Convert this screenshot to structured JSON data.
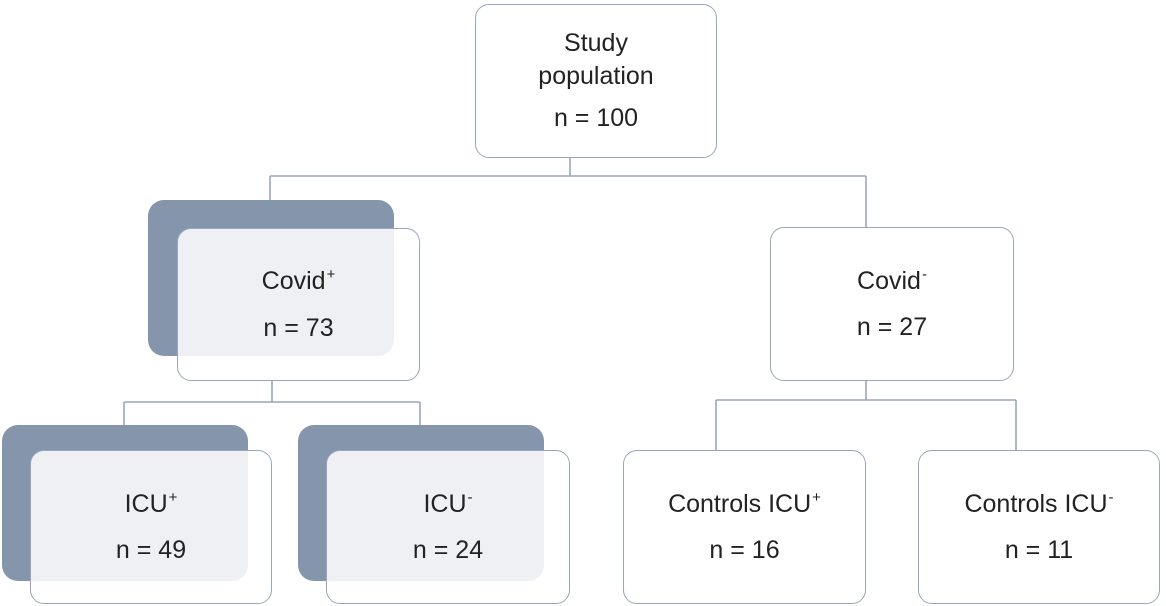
{
  "nodes": {
    "root": {
      "line1": "Study",
      "line2": "population",
      "n": "n = 100"
    },
    "covid_pos": {
      "label": "Covid",
      "sup": "+",
      "n": "n = 73"
    },
    "covid_neg": {
      "label": "Covid",
      "sup": "-",
      "n": "n = 27"
    },
    "icu_pos": {
      "label": "ICU",
      "sup": "+",
      "n": "n = 49"
    },
    "icu_neg": {
      "label": "ICU",
      "sup": "-",
      "n": "n = 24"
    },
    "controls_icu_pos": {
      "label": "Controls ICU",
      "sup": "+",
      "n": "n = 16"
    },
    "controls_icu_neg": {
      "label": "Controls ICU",
      "sup": "-",
      "n": "n = 11"
    }
  },
  "colors": {
    "shadow": "#8595ac",
    "border": "#9aa6bc",
    "connector": "#9aa6bc"
  }
}
